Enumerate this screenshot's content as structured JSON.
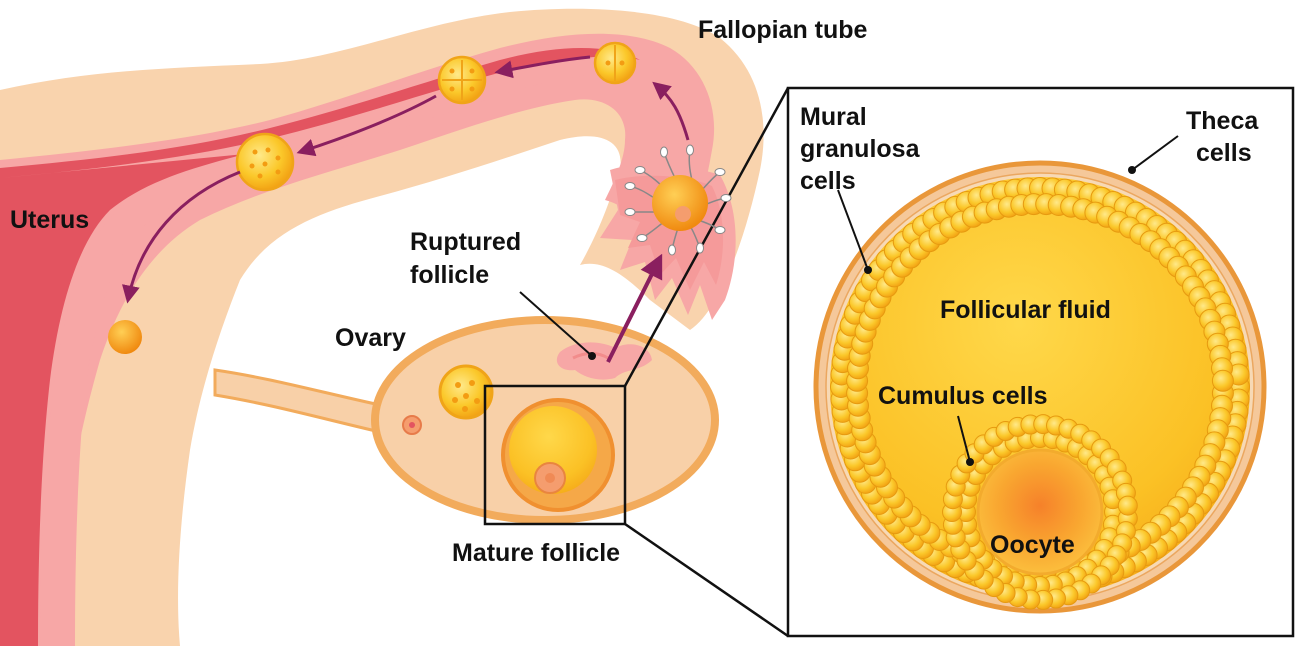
{
  "labels": {
    "fallopian_tube": "Fallopian tube",
    "uterus": "Uterus",
    "ruptured_follicle_line1": "Ruptured",
    "ruptured_follicle_line2": "follicle",
    "ovary": "Ovary",
    "mature_follicle": "Mature follicle",
    "mural_line1": "Mural",
    "mural_line2": "granulosa",
    "mural_line3": "cells",
    "theca_line1": "Theca",
    "theca_line2": "cells",
    "follicular_fluid": "Follicular fluid",
    "cumulus_cells": "Cumulus cells",
    "oocyte": "Oocyte"
  },
  "colors": {
    "tissue_light": "#f9d3ad",
    "tube_pink": "#f7a7a6",
    "tube_red": "#e35460",
    "ovary_fill": "#f8d0a8",
    "ovary_outline": "#f2ab5c",
    "cell_yellow": "#f9c417",
    "cell_orange": "#f39c12",
    "arrow_purple": "#8a1f5f",
    "outline_black": "#111111"
  }
}
